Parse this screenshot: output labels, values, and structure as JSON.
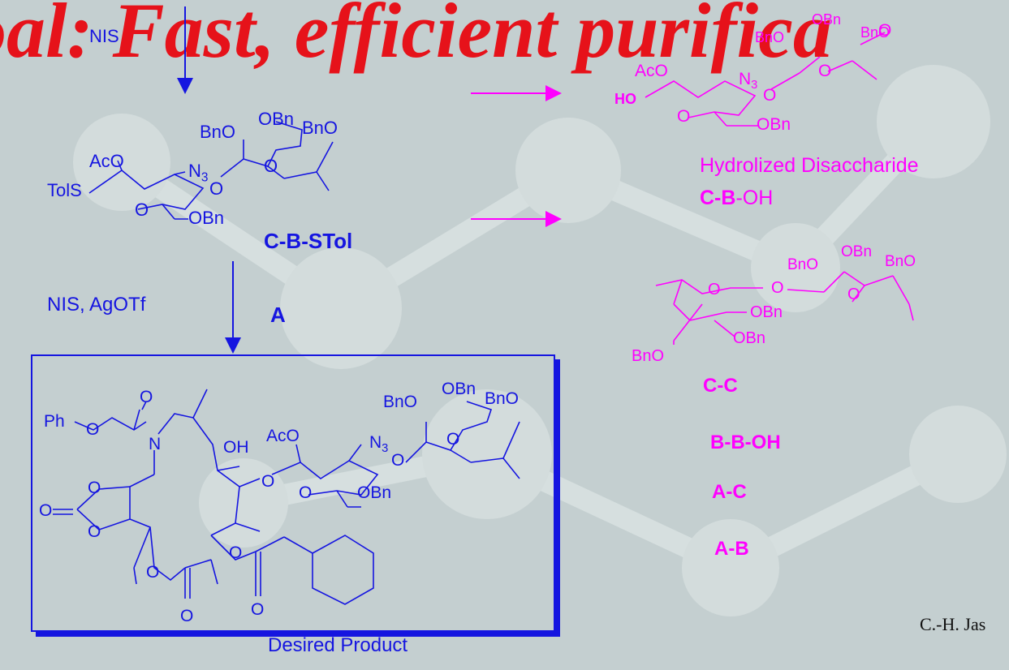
{
  "title": "oal: Fast, efficient purifica",
  "reagents": {
    "top_nis": "NIS",
    "main": "NIS, AgOTf",
    "acceptor": "A"
  },
  "donor": {
    "label": "C-B-STol",
    "atoms": {
      "bno_left": "BnO",
      "obn_top": "OBn",
      "bno_right": "BnO",
      "aco": "AcO",
      "n": "N",
      "n_sub": "3",
      "tols": "TolS",
      "o_ring": "O",
      "o_link": "O",
      "o_ring2": "O",
      "obn_bottom": "OBn"
    }
  },
  "product": {
    "caption": "Desired Product",
    "atoms": {
      "ph": "Ph",
      "o1": "O",
      "o2": "O",
      "n": "N",
      "oh": "OH",
      "aco": "AcO",
      "n3": "N",
      "n3_sub": "3",
      "bno": "BnO",
      "obn": "OBn",
      "bno2": "BnO",
      "o_ring": "O",
      "o_link": "O",
      "o_ring2": "O",
      "obn_bottom": "OBn",
      "o_c1": "O",
      "o_c2": "O",
      "o_c3": "O",
      "o_lac": "O",
      "o_lac2": "O",
      "o_ac": "O",
      "o_ac2": "O",
      "o_ring3": "O",
      "o_link2": "O"
    }
  },
  "byproducts": {
    "hydrolized": {
      "name": "Hydrolized Disaccharide",
      "code_bold": "C-B",
      "code_rest": "-OH",
      "atoms": {
        "bno": "BnO",
        "obn": "OBn",
        "bno2": "BnO",
        "aco": "AcO",
        "n": "N",
        "n_sub": "3",
        "ho": "HO",
        "o1": "O",
        "o2": "O",
        "o3": "O",
        "o4": "O",
        "obn_bottom": "OBn"
      }
    },
    "cc": {
      "label": "C-C",
      "atoms": {
        "bno": "BnO",
        "obn": "OBn",
        "bno2": "BnO",
        "o1": "O",
        "o2": "O",
        "o3": "O",
        "obn2": "OBn",
        "obn3": "OBn",
        "bno3": "BnO"
      }
    },
    "others": [
      "B-B-OH",
      "A-C",
      "A-B"
    ]
  },
  "credit": "C.-H. Jas",
  "colors": {
    "title": "#e6121a",
    "blue": "#1515e0",
    "magenta": "#ff00ff",
    "background": "#c4cfd0"
  }
}
